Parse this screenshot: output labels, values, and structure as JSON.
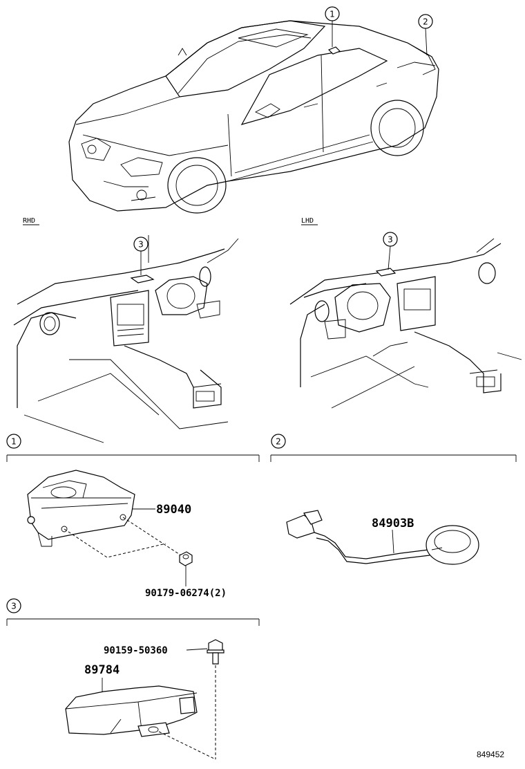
{
  "callouts": {
    "c1": "1",
    "c2": "2",
    "c3": "3"
  },
  "labels": {
    "rhd": "RHD",
    "lhd": "LHD"
  },
  "parts": {
    "p89040": "89040",
    "p90179": "90179-06274(2)",
    "p84903b": "84903B",
    "p90159": "90159-50360",
    "p89784": "89784"
  },
  "diagram_ref": "849452"
}
